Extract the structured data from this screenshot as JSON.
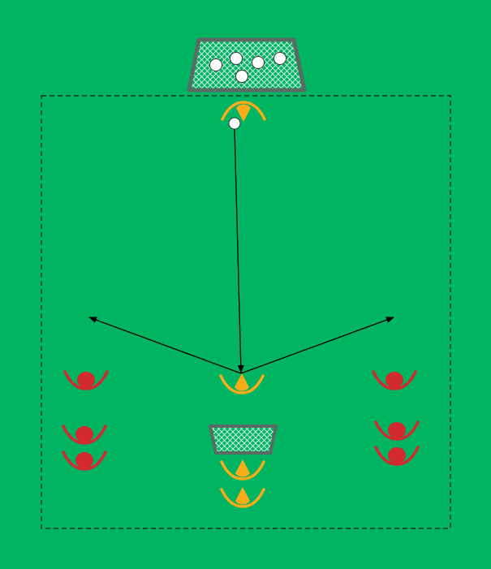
{
  "pitch": {
    "color": "#00b462",
    "boundary_style": "dashed"
  },
  "colors": {
    "team_orange": "#f8ac17",
    "team_red": "#d32a2e",
    "goal_frame": "#5a6a64",
    "goal_net": "#00b462",
    "ball": "#ffffff",
    "arrow": "#000000"
  },
  "goals": [
    {
      "id": "goal-top",
      "balls_inside": 5
    },
    {
      "id": "goal-bottom",
      "balls_inside": 0
    }
  ],
  "players": {
    "orange": [
      {
        "id": "orange-keeper",
        "role": "server at top goal",
        "has_ball": true
      },
      {
        "id": "orange-center",
        "role": "receiver at center"
      },
      {
        "id": "orange-queue-1",
        "role": "waiting behind bottom goal"
      },
      {
        "id": "orange-queue-2",
        "role": "waiting behind bottom goal"
      }
    ],
    "red": [
      {
        "id": "red-left-1",
        "group": "left"
      },
      {
        "id": "red-left-2",
        "group": "left"
      },
      {
        "id": "red-left-3",
        "group": "left"
      },
      {
        "id": "red-right-1",
        "group": "right"
      },
      {
        "id": "red-right-2",
        "group": "right"
      },
      {
        "id": "red-right-3",
        "group": "right"
      }
    ]
  },
  "movements": [
    {
      "id": "pass-arrow",
      "type": "pass",
      "from": "orange-keeper",
      "to": "orange-center"
    },
    {
      "id": "dribble-left-arrow",
      "type": "run",
      "from": "orange-center",
      "direction": "left-up"
    },
    {
      "id": "dribble-right-arrow",
      "type": "run",
      "from": "orange-center",
      "direction": "right-up"
    }
  ]
}
